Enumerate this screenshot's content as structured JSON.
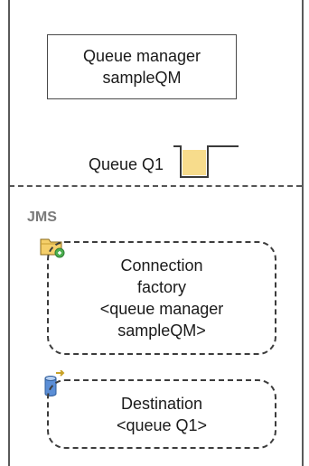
{
  "queue_manager": {
    "line1": "Queue manager",
    "line2": "sampleQM"
  },
  "queue": {
    "label": "Queue Q1"
  },
  "jms": {
    "label": "JMS",
    "connection_factory": {
      "lines": [
        "Connection",
        "factory",
        "<queue manager",
        "sampleQM>"
      ]
    },
    "destination": {
      "lines": [
        "Destination",
        "<queue Q1>"
      ]
    }
  },
  "colors": {
    "queue_fill": "#f7dc8c",
    "folder_fill": "#f5cf6a",
    "badge_fill": "#4caf50",
    "cylinder_fill": "#5b8ed6"
  }
}
